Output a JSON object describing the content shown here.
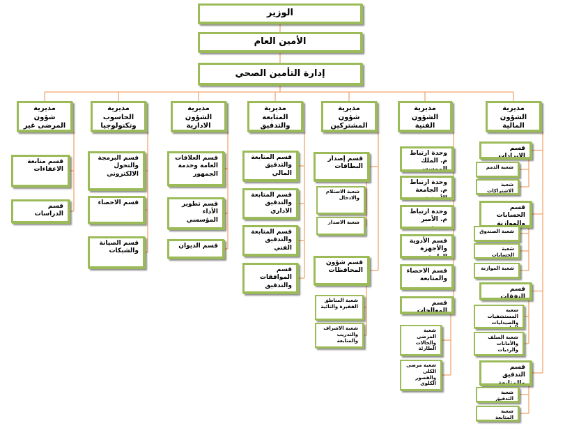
{
  "top": [
    "الوزير",
    "الأمين العام",
    "إدارة التأمين الصحي"
  ],
  "directorates": [
    {
      "label": "مديرية الشؤون المالية",
      "children": [
        {
          "label": "قسم الإيرادات",
          "children": [
            "شعبة الذمم",
            "شعبة الاشتراكات"
          ]
        },
        {
          "label": "قسم الحسابات والموازنة",
          "children": [
            "شعبة الصندوق",
            "شعبة الحسابات",
            "شعبة الموازنة"
          ]
        },
        {
          "label": "قسم النفقات",
          "children": [
            "شعبة المستشفيات والصيدليات الخاصة",
            "شعبة السلف والأمانات والرديات"
          ]
        },
        {
          "label": "قسم التدقيق والمتابعة",
          "children": [
            "شعبة التدقيق",
            "شعبة المتابعة"
          ]
        }
      ]
    },
    {
      "label": "مديرية الشؤون الفنية",
      "children": [
        {
          "label": "وحدة ارتباط م. الملك الموسس",
          "children": []
        },
        {
          "label": "وحدة ارتباط م. الجامعة الأردنية",
          "children": []
        },
        {
          "label": "وحدة ارتباط م. الأمير حمزة",
          "children": []
        },
        {
          "label": "قسم الأدوية والأجهزة الطبية",
          "children": []
        },
        {
          "label": "قسم الاحصاء والمتابعة",
          "children": []
        },
        {
          "label": "قسم المعالجات",
          "children": [
            "شعبة المرضى والحالات الطارئة",
            "شعبة مرضى الكلى والقصور الكلوي"
          ]
        }
      ]
    },
    {
      "label": "مديرية شؤون المشتركين",
      "children": [
        {
          "label": "قسم إصدار البطاقات",
          "children": [
            "شعبة الاستلام والادخال",
            "شعبة الاصدار"
          ]
        },
        {
          "label": "قسم شؤون المحافظات",
          "children": [
            "شعبة المناطق الفقيرة والنائية",
            "شعبة الاشراف والتدريب والمتابعة"
          ]
        }
      ]
    },
    {
      "label": "مديرية المتابعة والتدقيق",
      "children": [
        {
          "label": "قسم المتابعة والتدقيق المالي",
          "children": []
        },
        {
          "label": "قسم المتابعة والتدقيق الاداري",
          "children": []
        },
        {
          "label": "قسم المتابعة والتدقيق الفني",
          "children": []
        },
        {
          "label": "قسم الموافقات والتدقيق",
          "children": []
        }
      ]
    },
    {
      "label": "مديرية الشؤون الادارية",
      "children": [
        {
          "label": "قسم العلاقات العامة وخدمة الجمهور",
          "children": []
        },
        {
          "label": "قسم تطوير الأداء المؤسسي",
          "children": []
        },
        {
          "label": "قسم الديوان",
          "children": []
        }
      ]
    },
    {
      "label": "مديرية الحاسوب وتكنولوجيا المعلومات",
      "children": [
        {
          "label": "قسم البرمجة والتحول الالكتروني",
          "children": []
        },
        {
          "label": "قسم الاحصاء",
          "children": []
        },
        {
          "label": "قسم الصيانة والشبكات",
          "children": []
        }
      ]
    },
    {
      "label": "مديرية شؤون المرضى غير المؤمنين",
      "children": [
        {
          "label": "قسم متابعة الاعفاءات",
          "children": []
        },
        {
          "label": "قسم الدراسات",
          "children": []
        }
      ]
    }
  ]
}
